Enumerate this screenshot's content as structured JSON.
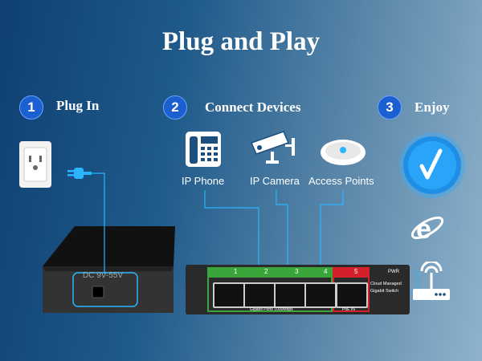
{
  "title": "Plug and Play",
  "steps": [
    {
      "num": "1",
      "label": "Plug In"
    },
    {
      "num": "2",
      "label": "Connect Devices"
    },
    {
      "num": "3",
      "label": "Enjoy"
    }
  ],
  "devices": [
    "IP Phone",
    "IP Camera",
    "Access Points"
  ],
  "adapter": {
    "dc_label": "DC 9V-55V"
  },
  "switch": {
    "ports": [
      "1",
      "2",
      "3",
      "4",
      "5"
    ],
    "pwr": "PWR",
    "brand1": "Cloud Managed",
    "brand2": "Gigabit Switch",
    "gig_label": "Gigabit Ports 1000Mbps",
    "poe_label": "PoE IN"
  },
  "colors": {
    "accent": "#2bb4ff",
    "green": "#3aa53a",
    "red": "#d3202a",
    "step": "#1b5fd0"
  },
  "icons": [
    "outlet-icon",
    "plug-icon",
    "phone-icon",
    "camera-icon",
    "access-point-icon",
    "check-icon",
    "ie-icon",
    "router-icon"
  ]
}
